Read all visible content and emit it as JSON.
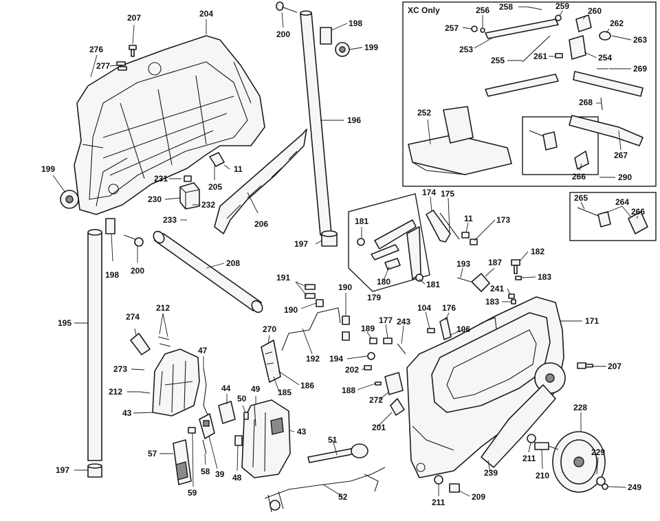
{
  "insets": {
    "xc_only": {
      "title": "XC Only"
    }
  },
  "callouts": [
    {
      "id": "c207a",
      "text": "207"
    },
    {
      "id": "c204",
      "text": "204"
    },
    {
      "id": "c276",
      "text": "276"
    },
    {
      "id": "c277",
      "text": "277"
    },
    {
      "id": "c199a",
      "text": "199"
    },
    {
      "id": "c231",
      "text": "231"
    },
    {
      "id": "c230",
      "text": "230"
    },
    {
      "id": "c232",
      "text": "232"
    },
    {
      "id": "c233",
      "text": "233"
    },
    {
      "id": "c205",
      "text": "205"
    },
    {
      "id": "c11a",
      "text": "11"
    },
    {
      "id": "c206",
      "text": "206"
    },
    {
      "id": "c200a",
      "text": "200"
    },
    {
      "id": "c198a",
      "text": "198"
    },
    {
      "id": "c199b",
      "text": "199"
    },
    {
      "id": "c196",
      "text": "196"
    },
    {
      "id": "c197a",
      "text": "197"
    },
    {
      "id": "c198b",
      "text": "198"
    },
    {
      "id": "c200b",
      "text": "200"
    },
    {
      "id": "c208",
      "text": "208"
    },
    {
      "id": "c195",
      "text": "195"
    },
    {
      "id": "c197b",
      "text": "197"
    },
    {
      "id": "c274",
      "text": "274"
    },
    {
      "id": "c212a",
      "text": "212"
    },
    {
      "id": "c273",
      "text": "273"
    },
    {
      "id": "c212b",
      "text": "212"
    },
    {
      "id": "c43a",
      "text": "43"
    },
    {
      "id": "c47",
      "text": "47"
    },
    {
      "id": "c44",
      "text": "44"
    },
    {
      "id": "c57",
      "text": "57"
    },
    {
      "id": "c58",
      "text": "58"
    },
    {
      "id": "c39",
      "text": "39"
    },
    {
      "id": "c59",
      "text": "59"
    },
    {
      "id": "c50",
      "text": "50"
    },
    {
      "id": "c49",
      "text": "49"
    },
    {
      "id": "c48",
      "text": "48"
    },
    {
      "id": "c43b",
      "text": "43"
    },
    {
      "id": "c191",
      "text": "191"
    },
    {
      "id": "c190a",
      "text": "190"
    },
    {
      "id": "c190b",
      "text": "190"
    },
    {
      "id": "c270",
      "text": "270"
    },
    {
      "id": "c192",
      "text": "192"
    },
    {
      "id": "c186",
      "text": "186"
    },
    {
      "id": "c185",
      "text": "185"
    },
    {
      "id": "c189",
      "text": "189"
    },
    {
      "id": "c177",
      "text": "177"
    },
    {
      "id": "c243",
      "text": "243"
    },
    {
      "id": "c194",
      "text": "194"
    },
    {
      "id": "c202",
      "text": "202"
    },
    {
      "id": "c188",
      "text": "188"
    },
    {
      "id": "c272",
      "text": "272"
    },
    {
      "id": "c201",
      "text": "201"
    },
    {
      "id": "c51",
      "text": "51"
    },
    {
      "id": "c52",
      "text": "52"
    },
    {
      "id": "c181a",
      "text": "181"
    },
    {
      "id": "c180",
      "text": "180"
    },
    {
      "id": "c181b",
      "text": "181"
    },
    {
      "id": "c179",
      "text": "179"
    },
    {
      "id": "c174",
      "text": "174"
    },
    {
      "id": "c175",
      "text": "175"
    },
    {
      "id": "c11b",
      "text": "11"
    },
    {
      "id": "c173",
      "text": "173"
    },
    {
      "id": "c193",
      "text": "193"
    },
    {
      "id": "c187",
      "text": "187"
    },
    {
      "id": "c182",
      "text": "182"
    },
    {
      "id": "c183a",
      "text": "183"
    },
    {
      "id": "c241",
      "text": "241"
    },
    {
      "id": "c183b",
      "text": "183"
    },
    {
      "id": "c104",
      "text": "104"
    },
    {
      "id": "c176",
      "text": "176"
    },
    {
      "id": "c106",
      "text": "106"
    },
    {
      "id": "c171",
      "text": "171"
    },
    {
      "id": "c207b",
      "text": "207"
    },
    {
      "id": "c228",
      "text": "228"
    },
    {
      "id": "c229",
      "text": "229"
    },
    {
      "id": "c211a",
      "text": "211"
    },
    {
      "id": "c210",
      "text": "210"
    },
    {
      "id": "c249",
      "text": "249"
    },
    {
      "id": "c239",
      "text": "239"
    },
    {
      "id": "c211b",
      "text": "211"
    },
    {
      "id": "c209",
      "text": "209"
    },
    {
      "id": "c258",
      "text": "258"
    },
    {
      "id": "c256",
      "text": "256"
    },
    {
      "id": "c259",
      "text": "259"
    },
    {
      "id": "c260",
      "text": "260"
    },
    {
      "id": "c257",
      "text": "257"
    },
    {
      "id": "c262",
      "text": "262"
    },
    {
      "id": "c263",
      "text": "263"
    },
    {
      "id": "c253",
      "text": "253"
    },
    {
      "id": "c261",
      "text": "261"
    },
    {
      "id": "c254",
      "text": "254"
    },
    {
      "id": "c255",
      "text": "255"
    },
    {
      "id": "c269",
      "text": "269"
    },
    {
      "id": "c268",
      "text": "268"
    },
    {
      "id": "c252",
      "text": "252"
    },
    {
      "id": "c267",
      "text": "267"
    },
    {
      "id": "c266a",
      "text": "266"
    },
    {
      "id": "c290",
      "text": "290"
    },
    {
      "id": "c265",
      "text": "265"
    },
    {
      "id": "c264",
      "text": "264"
    },
    {
      "id": "c266b",
      "text": "266"
    }
  ]
}
